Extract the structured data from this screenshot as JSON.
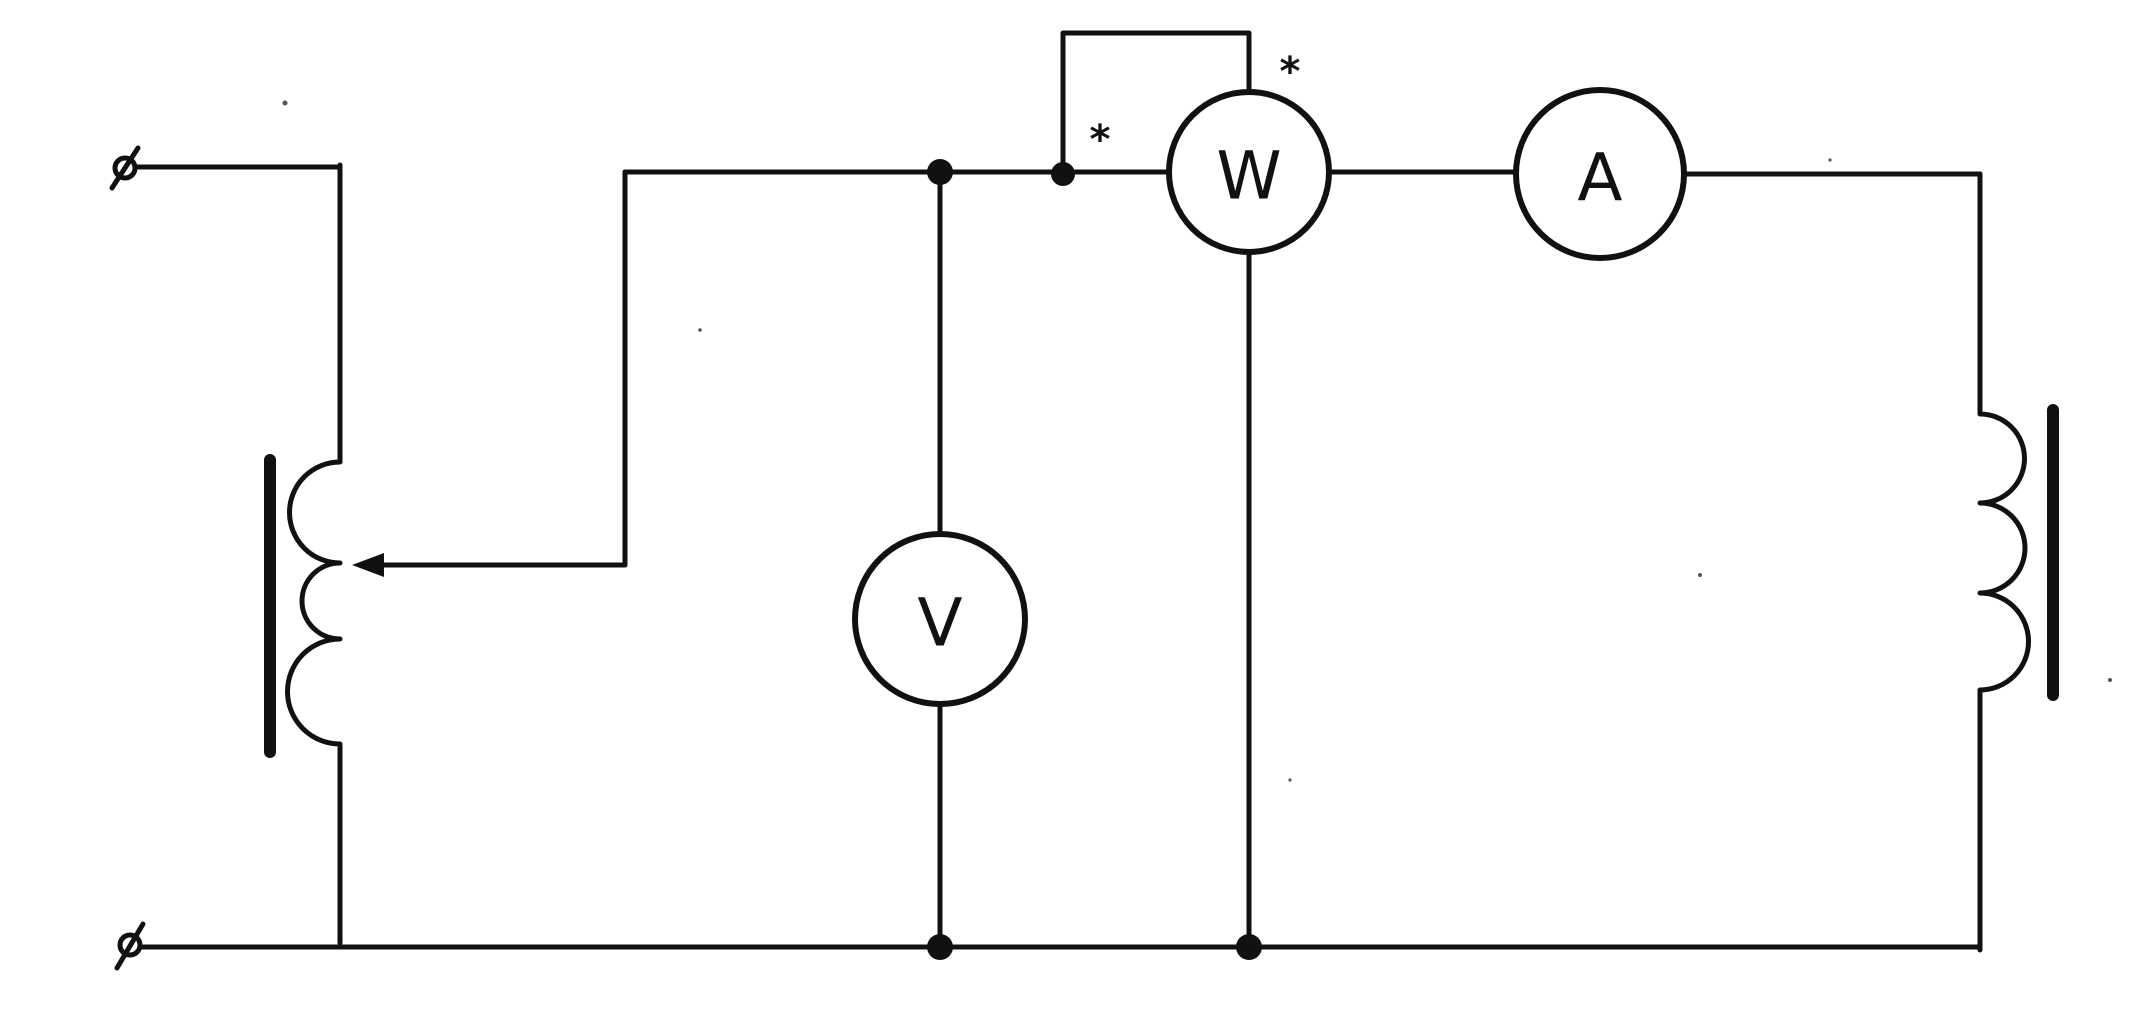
{
  "meters": {
    "wattmeter": "W",
    "ammeter": "A",
    "voltmeter": "V"
  },
  "markers": {
    "current_coil_star": "*",
    "voltage_coil_star": "*"
  },
  "colors": {
    "ink": "#111111",
    "background": "#ffffff"
  },
  "icons": {
    "supply_terminal": "terminal-icon",
    "autotransformer": "autotransformer-icon",
    "load_inductor": "inductor-icon"
  }
}
